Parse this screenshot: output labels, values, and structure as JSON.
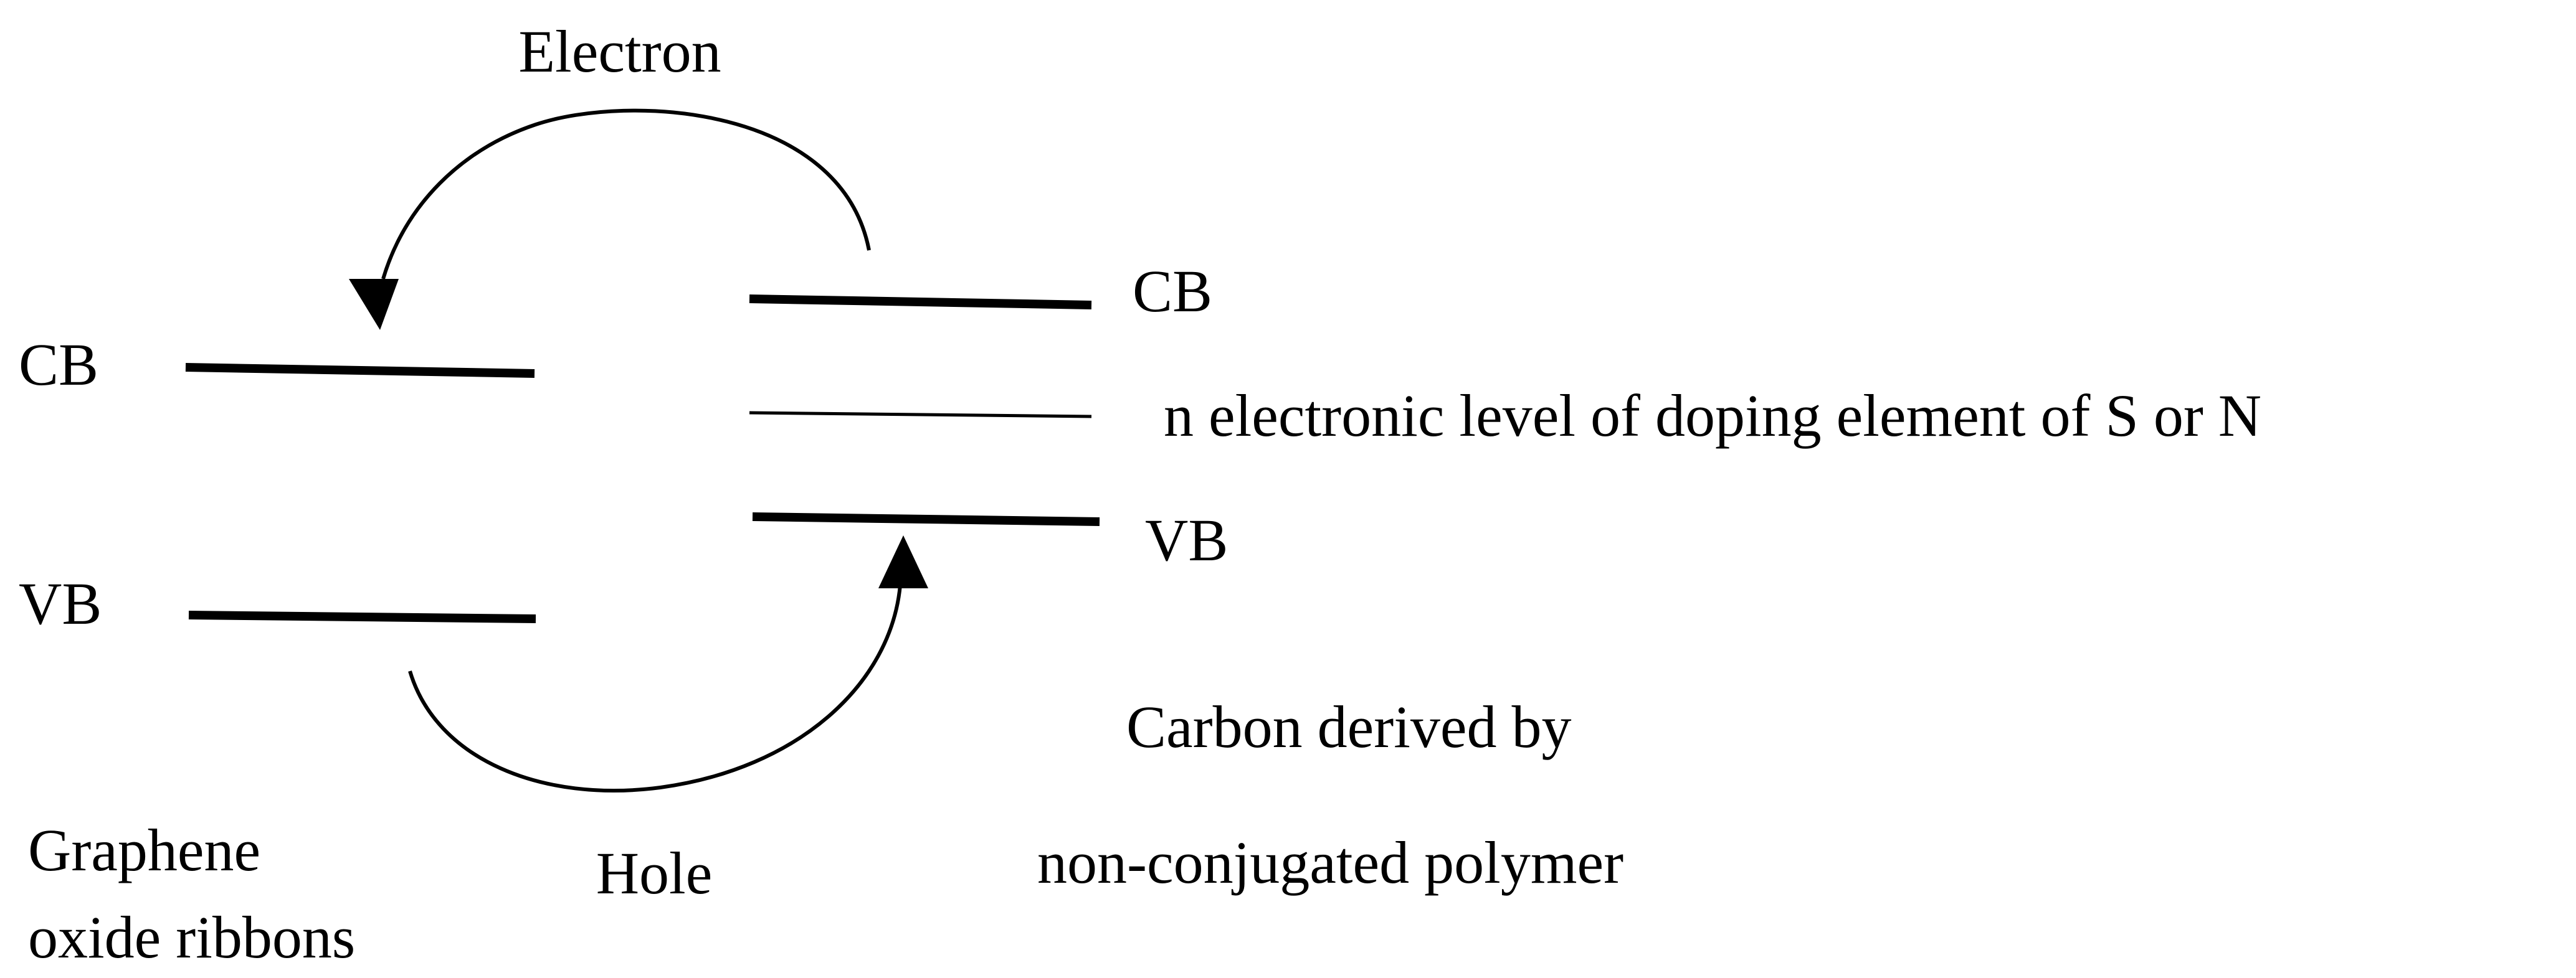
{
  "transfer": {
    "electron": "Electron",
    "hole": "Hole"
  },
  "left_material": {
    "cb_label": "CB",
    "vb_label": "VB",
    "name_line1": "Graphene",
    "name_line2": "oxide ribbons"
  },
  "right_material": {
    "cb_label": "CB",
    "vb_label": "VB",
    "dopant_level_label": "n electronic level of doping element of S or N",
    "name_line1": "Carbon derived by",
    "name_line2": "non-conjugated polymer"
  }
}
